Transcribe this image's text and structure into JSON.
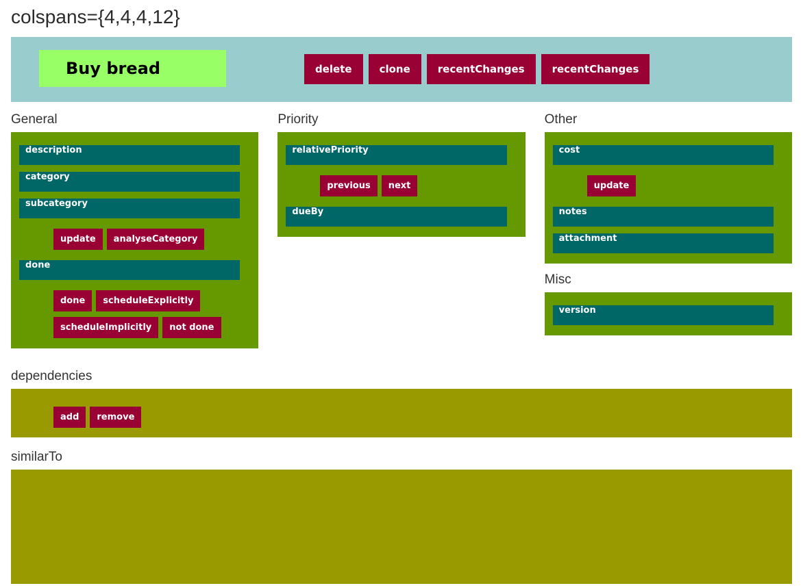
{
  "page_title": "colspans={4,4,4,12}",
  "colors": {
    "header_band": "#99CCCC",
    "item_highlight": "#99FF66",
    "button_bg": "#990033",
    "button_text": "#FFFFFF",
    "panel_green": "#669900",
    "field_bar": "#006666",
    "field_text": "#FFFFFF",
    "panel_olive": "#999900",
    "heading_text": "#333333",
    "title_text": "#2B2B2B"
  },
  "header_bar": {
    "task_label": "Buy bread",
    "buttons": {
      "delete": "delete",
      "clone": "clone",
      "recent_changes_1": "recentChanges",
      "recent_changes_2": "recentChanges"
    }
  },
  "sections": {
    "general": {
      "heading": "General",
      "fields": {
        "description": "description",
        "category": "category",
        "subcategory": "subcategory",
        "done": "done"
      },
      "buttons": {
        "update": "update",
        "analyse_category": "analyseCategory",
        "done": "done",
        "schedule_explicitly": "scheduleExplicitly",
        "schedule_implicitly": "scheduleImplicitly",
        "not_done": "not done"
      }
    },
    "priority": {
      "heading": "Priority",
      "fields": {
        "relative_priority": "relativePriority",
        "due_by": "dueBy"
      },
      "buttons": {
        "previous": "previous",
        "next": "next"
      }
    },
    "other": {
      "heading": "Other",
      "fields": {
        "cost": "cost",
        "notes": "notes",
        "attachment": "attachment"
      },
      "buttons": {
        "update": "update"
      }
    },
    "misc": {
      "heading": "Misc",
      "fields": {
        "version": "version"
      }
    },
    "dependencies": {
      "heading": "dependencies",
      "buttons": {
        "add": "add",
        "remove": "remove"
      }
    },
    "similar_to": {
      "heading": "similarTo"
    }
  }
}
